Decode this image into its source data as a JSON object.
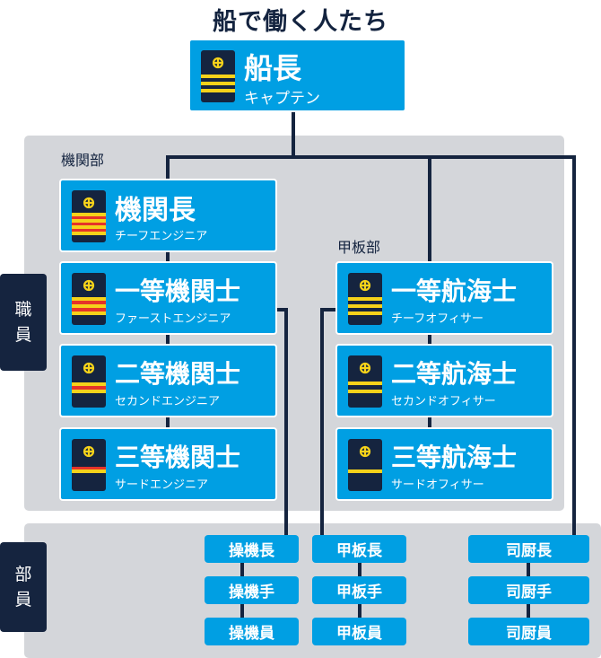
{
  "title": "船で働く人たち",
  "sections": {
    "engine": "機関部",
    "deck": "甲板部",
    "officers_tab": [
      "職",
      "員"
    ],
    "crew_tab": [
      "部",
      "員"
    ]
  },
  "captain": {
    "name": "船長",
    "sub": "キャプテン"
  },
  "engine_officers": [
    {
      "name": "機関長",
      "sub": "チーフエンジニア"
    },
    {
      "name": "一等機関士",
      "sub": "ファーストエンジニア"
    },
    {
      "name": "二等機関士",
      "sub": "セカンドエンジニア"
    },
    {
      "name": "三等機関士",
      "sub": "サードエンジニア"
    }
  ],
  "deck_officers": [
    {
      "name": "一等航海士",
      "sub": "チーフオフィサー"
    },
    {
      "name": "二等航海士",
      "sub": "セカンドオフィサー"
    },
    {
      "name": "三等航海士",
      "sub": "サードオフィサー"
    }
  ],
  "engine_crew": [
    "操機長",
    "操機手",
    "操機員"
  ],
  "deck_crew": [
    "甲板長",
    "甲板手",
    "甲板員"
  ],
  "galley_crew": [
    "司厨長",
    "司厨手",
    "司厨員"
  ],
  "colors": {
    "box": "#009fe3",
    "navy": "#15243f",
    "gold": "#f5d21a",
    "red": "#e5332a",
    "panel": "#d4d6da"
  }
}
